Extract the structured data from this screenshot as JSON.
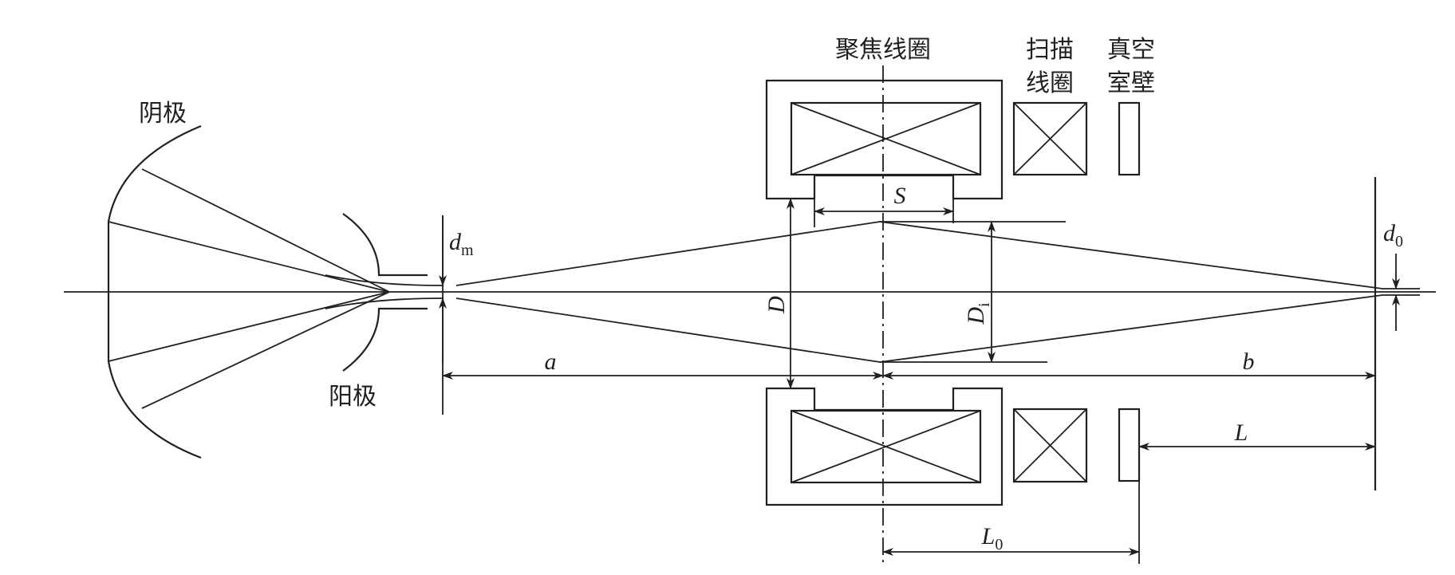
{
  "labels": {
    "cathode": "阴极",
    "anode": "阳极",
    "focus_coil": "聚焦线圈",
    "scan_coil_1": "扫描",
    "scan_coil_2": "线圈",
    "vacuum_wall_1": "真空",
    "vacuum_wall_2": "室壁"
  },
  "symbols": {
    "d_m_base": "d",
    "d_m_sub": "m",
    "d_0_base": "d",
    "d_0_sub": "0",
    "S": "S",
    "D": "D",
    "D_i_base": "D",
    "D_i_sub": "i",
    "a": "a",
    "b": "b",
    "L": "L",
    "L_0_base": "L",
    "L_0_sub": "0"
  },
  "colors": {
    "line": "#231f20",
    "coil_fill": "#e2e5f0",
    "wall_fill": "#b4c3dc"
  }
}
